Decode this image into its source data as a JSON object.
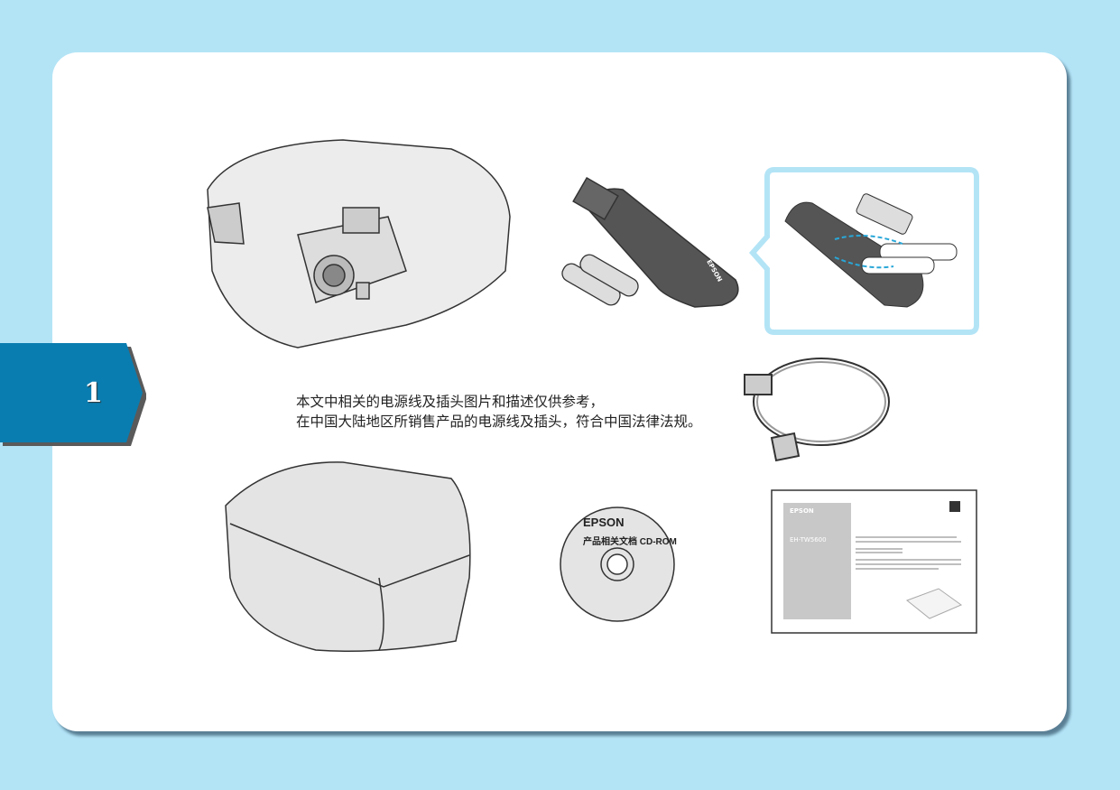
{
  "section": {
    "number": "1"
  },
  "note": {
    "line1": "本文中相关的电源线及插头图片和描述仅供参考，",
    "line2": "在中国大陆地区所销售产品的电源线及插头，符合中国法律法规。"
  },
  "cd": {
    "brand": "EPSON",
    "label": "产品相关文档 CD-ROM"
  },
  "manual": {
    "brand": "EPSON",
    "model": "EH-TW5600"
  },
  "remote": {
    "brand": "EPSON"
  },
  "colors": {
    "background": "#b3e4f6",
    "tab": "#0a7db0",
    "callout": "#b3e4f6"
  }
}
